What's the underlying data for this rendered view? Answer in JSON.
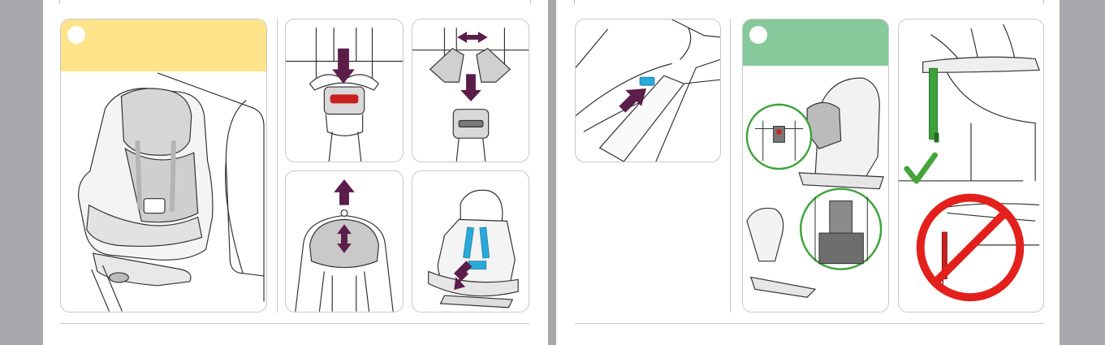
{
  "colors": {
    "background": "#a7a8ab",
    "page": "#ffffff",
    "yellow_header": "#fde48b",
    "green_header": "#86c99a",
    "arrow_purple": "#5b1d4a",
    "strap_blue": "#28a9d9",
    "red_buckle": "#c8201e",
    "belt_green": "#3da33b",
    "check_green": "#45a43a",
    "prohibit_red": "#e3201b",
    "outline": "#333333",
    "cushion_grey": "#c9c9c9"
  },
  "icons": {
    "step_marker_1": "step-circle",
    "step_marker_2": "step-circle",
    "correct": "checkmark-icon",
    "incorrect": "prohibited-icon"
  },
  "panels": {
    "left": [
      "car-seat-overview",
      "buckle-press-down",
      "buckle-tongues-separate",
      "headrest-adjust",
      "harness-release"
    ],
    "right": [
      "release-button-press",
      "isofix-check",
      "support-leg-correct",
      "support-leg-incorrect"
    ]
  }
}
